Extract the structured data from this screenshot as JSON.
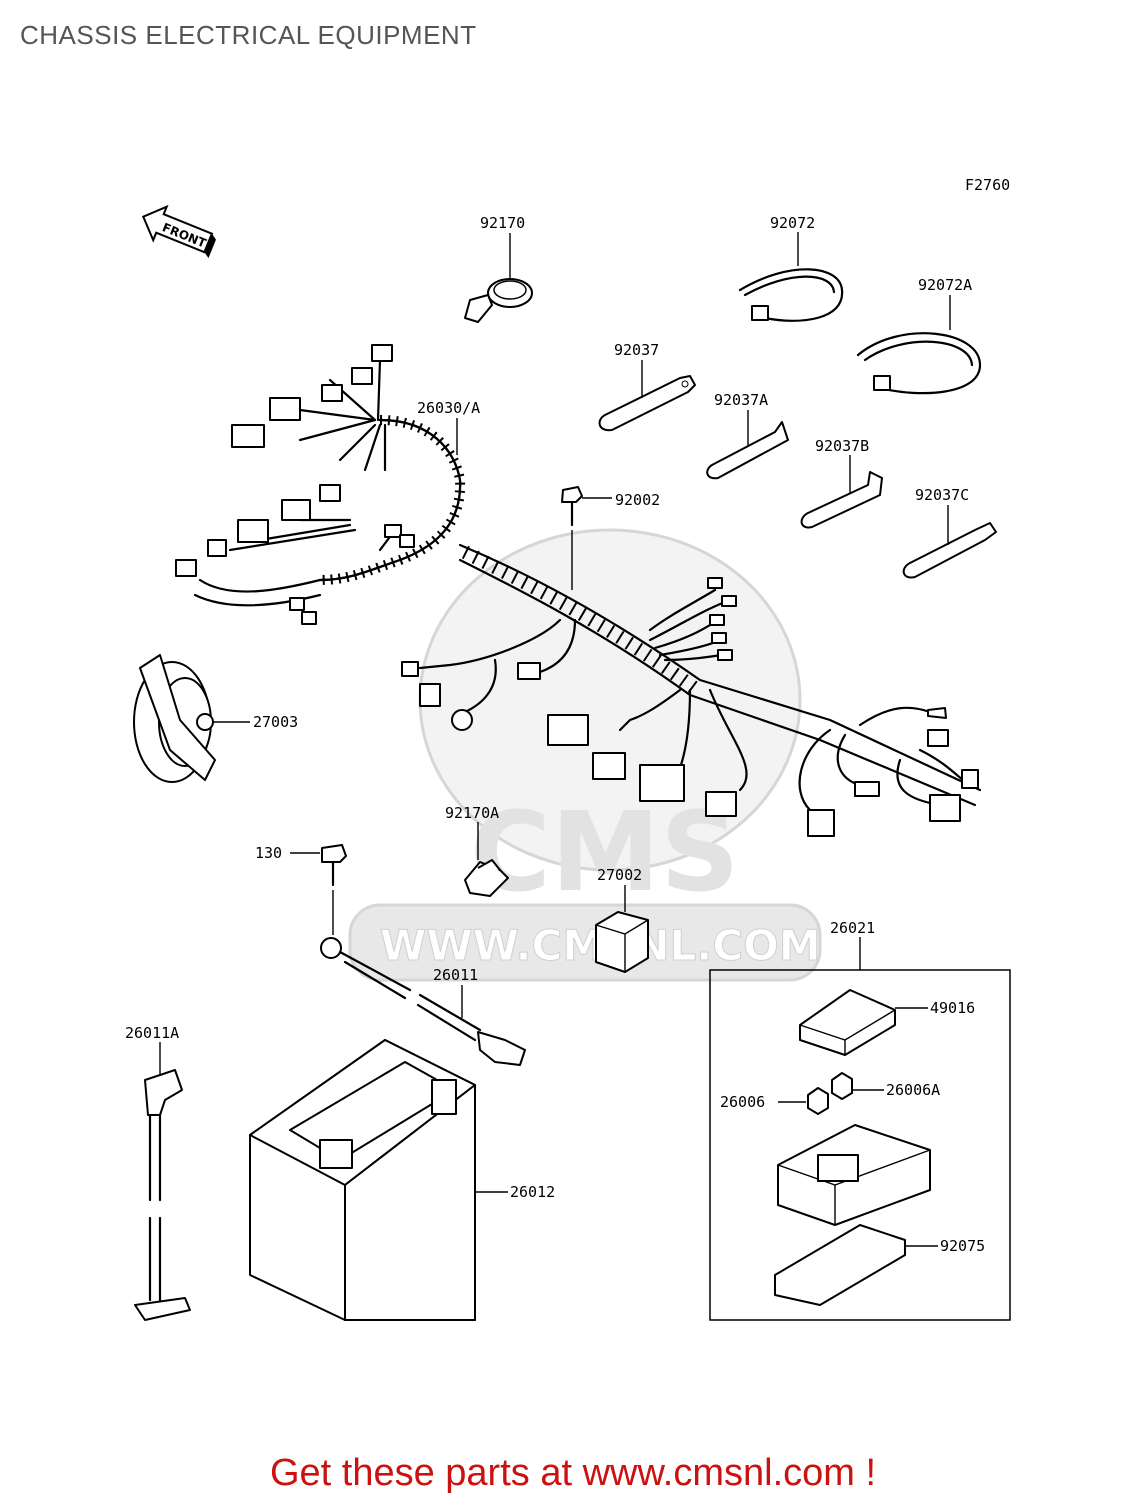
{
  "header": {
    "title": "CHASSIS ELECTRICAL EQUIPMENT"
  },
  "figure": {
    "code": "F2760",
    "front_label": "FRONT",
    "watermark_text": "CMS",
    "watermark_url": "WWW.CMSNL.COM",
    "callouts": {
      "p92170": "92170",
      "p92072": "92072",
      "p92072A": "92072A",
      "p92037": "92037",
      "p92037A": "92037A",
      "p92037B": "92037B",
      "p92037C": "92037C",
      "p26030A": "26030/A",
      "p92002": "92002",
      "p27003": "27003",
      "p92170A": "92170A",
      "p130": "130",
      "p27002": "27002",
      "p26011": "26011",
      "p26021": "26021",
      "p49016": "49016",
      "p26011A": "26011A",
      "p26006": "26006",
      "p26006A": "26006A",
      "p26012": "26012",
      "p92075": "92075"
    }
  },
  "footer": {
    "text": "Get these parts at www.cmsnl.com !",
    "color": "#cc1111"
  }
}
